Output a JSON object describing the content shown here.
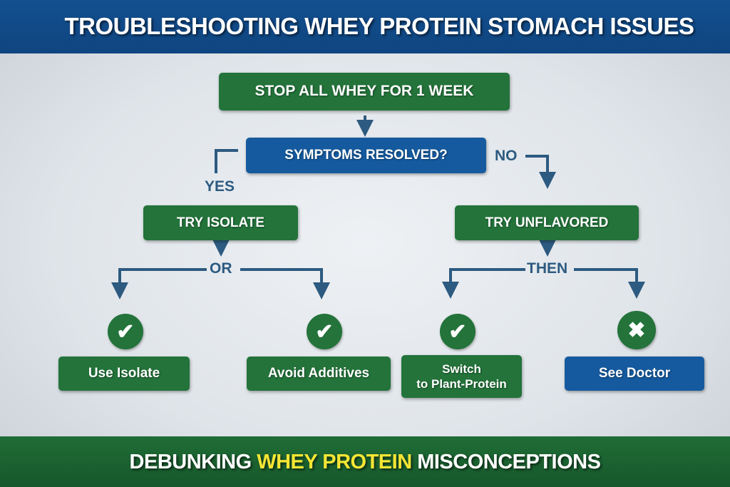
{
  "header": {
    "title": "TROUBLESHOOTING WHEY PROTEIN STOMACH ISSUES"
  },
  "steps": {
    "start": "STOP ALL WHEY FOR 1 WEEK",
    "question": "SYMPTOMS RESOLVED?",
    "yes_label": "YES",
    "no_label": "NO",
    "yes_step": "TRY ISOLATE",
    "no_step": "TRY UNFLAVORED",
    "or_label": "OR",
    "then_label": "THEN"
  },
  "outcomes": [
    {
      "label": "Use Isolate",
      "icon": "check"
    },
    {
      "label": "Avoid Additives",
      "icon": "check"
    },
    {
      "label": "Switch",
      "label2": "to Plant-Protein",
      "icon": "check"
    },
    {
      "label": "See Doctor",
      "icon": "x"
    }
  ],
  "icons": {
    "check": "✔",
    "x": "✖"
  },
  "footer": {
    "part1": "DEBUNKING ",
    "highlight": "WHEY PROTEIN",
    "part2": " MISCONCEPTIONS"
  },
  "colors": {
    "green": "#23733a",
    "blue": "#155a9e",
    "highlight": "#f5e634",
    "connector": "#2d5a80"
  }
}
